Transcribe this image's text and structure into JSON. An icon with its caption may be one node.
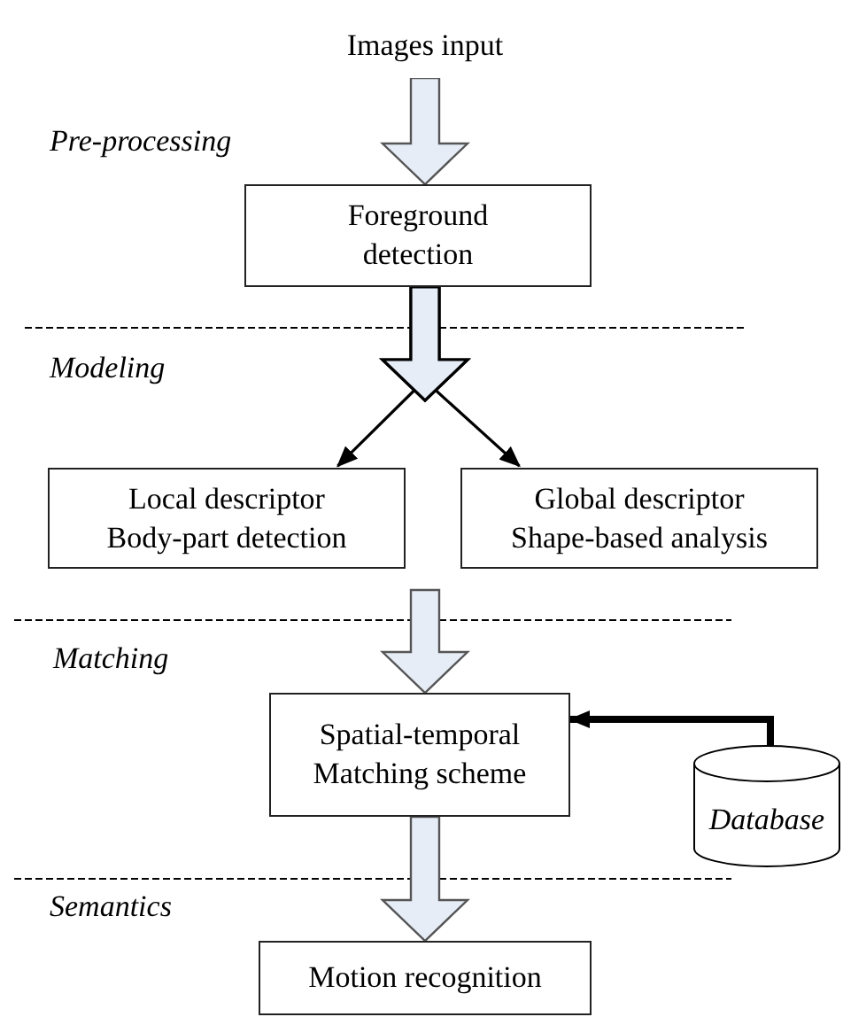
{
  "diagram": {
    "nodes": [
      {
        "text": [
          "Images input"
        ]
      },
      {
        "text": [
          "Foreground detection"
        ]
      },
      {
        "text": [
          "Local descriptor",
          "Body-part detection"
        ]
      },
      {
        "text": [
          "Global descriptor",
          "Shape-based analysis"
        ]
      },
      {
        "text": [
          "Spatial-temporal Matching scheme"
        ]
      },
      {
        "text": [
          "Motion recognition"
        ]
      },
      {
        "text": [
          "Database"
        ]
      }
    ],
    "edges": [
      {
        "from": 0,
        "to": 1,
        "arrow": "to"
      },
      {
        "from": 1,
        "to": 2,
        "arrow": "to"
      },
      {
        "from": 1,
        "to": 3,
        "arrow": "to"
      },
      {
        "from": null,
        "to": 4,
        "arrow": "to"
      },
      {
        "from": 4,
        "to": 5,
        "arrow": "to"
      },
      {
        "from": 6,
        "to": 4,
        "arrow": "to",
        "style": "thick"
      }
    ],
    "labels": [
      "Pre-processing",
      "Modeling",
      "Matching",
      "Semantics"
    ]
  }
}
